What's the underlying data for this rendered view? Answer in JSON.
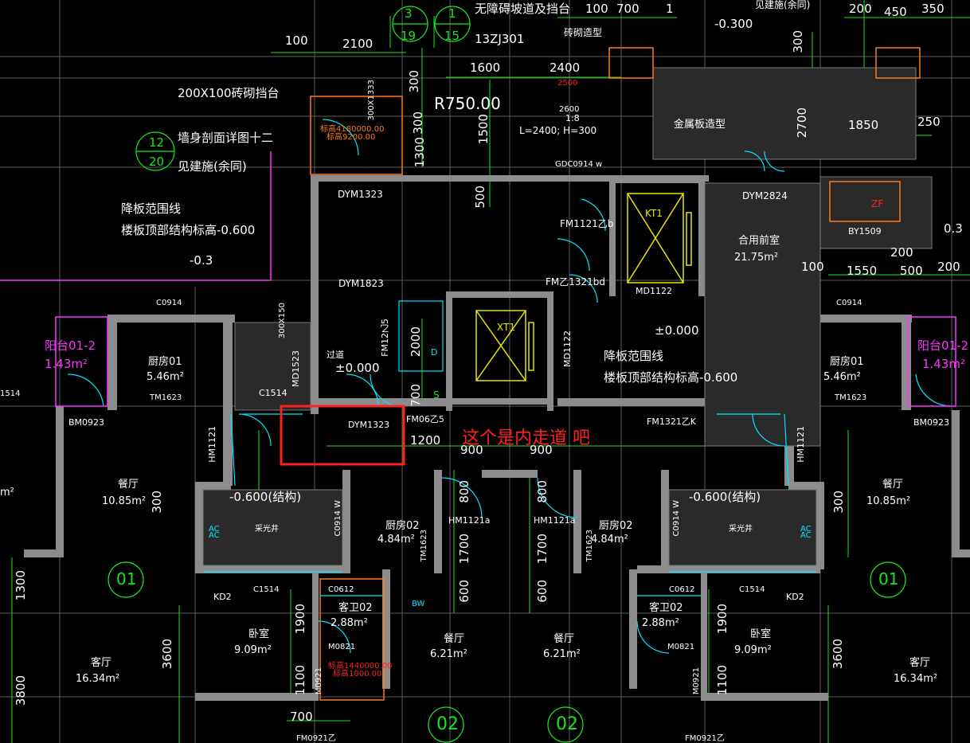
{
  "colors": {
    "background": "#000000",
    "wall": "#8c8c8c",
    "dim": "#19e619",
    "text": "#ffffff",
    "cyan": "#00e5ff",
    "yellow": "#e6e600",
    "magenta": "#ff33ff",
    "red": "#ff2020",
    "orange": "#ff7a1a",
    "grid": "#6a6a6a"
  },
  "annotation": {
    "label": "这个是内走道 吧"
  },
  "top": {
    "ref_a_top": "3",
    "ref_a_bottom": "19",
    "ref_b_top": "1",
    "ref_b_bottom": "15",
    "ramp_note": "无障碍坡道及挡台",
    "code": "13ZJ301",
    "brick_shape": "砖砌造型",
    "d100": "100",
    "d700": "700",
    "d1": "1",
    "level_top": "-0.300",
    "see_arch": "见建施(余同)",
    "d200": "200",
    "d450": "450",
    "d350": "350",
    "d2100": "2100",
    "d100b": "100",
    "d1600": "1600",
    "d2400": "2400",
    "d2500": "2500",
    "d2600": "2600",
    "slope": "1:8",
    "ramp": "L=2400; H=300",
    "radius": "R750.00",
    "d300a": "300",
    "d300b": "300",
    "d1500": "1500",
    "d1300": "1300",
    "d300c": "300",
    "d2700": "2700",
    "d1850": "1850",
    "d250": "250",
    "metal": "金属板造型",
    "gdc": "GDC0914 w",
    "d500": "500",
    "ht_a": "标高4180000.00",
    "ht_b": "标高9200.00",
    "vert_small": "300X1333",
    "vert_small2": "300X150"
  },
  "notes": {
    "brick_block": "200X100砖砌挡台",
    "wall_detail": "墙身剖面详图十二",
    "circle_top": "12",
    "circle_bottom": "20",
    "see_arch": "见建施(余同)",
    "drop_range": "降板范围线",
    "floor_level": "楼板顶部结构标高-0.600",
    "level_m03": "-0.3"
  },
  "rooms": {
    "dym1323_top": "DYM1323",
    "fm1121": "FM1121乙b",
    "kt1": "KT1",
    "dym2824": "DYM2824",
    "zf": "ZF",
    "by1509": "BY1509",
    "d03": "0.3",
    "d200r": "200",
    "d1550": "1550",
    "d500r": "500",
    "d200rr": "200",
    "d100r": "100",
    "hall_name": "合用前室",
    "hall_area": "21.75m²",
    "dym1823": "DYM1823",
    "fmz13216": "FM乙1321bd",
    "md1122a": "MD1122",
    "c0914l": "C0914",
    "c0914r": "C0914",
    "balcony_l": "阳台01-2",
    "balcony_l_area": "1.43m²",
    "balcony_r": "阳台01-2",
    "balcony_r_area": "1.43m²",
    "kitchen_l": "厨房01",
    "kitchen_l_area": "5.46m²",
    "tm1623l": "TM1623",
    "kitchen_r": "厨房01",
    "kitchen_r_area": "5.46m²",
    "tm1623r": "TM1623",
    "c1514a": "C1514",
    "md1523": "MD1523",
    "corridor": "过道",
    "level0": "±0.000",
    "fm12": "FM12乙5",
    "d2000": "2000",
    "d700": "700",
    "xt1": "XT1",
    "md1122b": "MD1122",
    "level0r": "±0.000",
    "drop_range2": "降板范围线",
    "floor_level2": "楼板顶部结构标高-0.600",
    "c1514l": "1514",
    "bm0923l": "BM0923",
    "bm0923r": "BM0923",
    "dym1323_box": "DYM1323",
    "fm06": "FM06乙5",
    "fm1321": "FM1321乙K",
    "d1200": "1200",
    "d900a": "900",
    "d900b": "900",
    "hm1121l": "HM1121",
    "hm1121r": "HM1121",
    "dining_l": "餐厅",
    "dining_l_area": "10.85m²",
    "dining_r": "餐厅",
    "dining_r_area": "10.85m²",
    "m2_left": "m²",
    "d300l": "300",
    "d300r": "300",
    "lvl06l": "-0.600(结构)",
    "lvl06r": "-0.600(结构)",
    "lightwell_l": "采光井",
    "lightwell_r": "采光井",
    "kitchen02l": "厨房02",
    "kitchen02l_area": "4.84m²",
    "kitchen02r": "厨房02",
    "kitchen02r_area": "4.84m²",
    "hm1121a_l": "HM1121a",
    "hm1121a_r": "HM1121a",
    "d800l": "800",
    "d800r": "800",
    "d1700l": "1700",
    "d1700r": "1700",
    "d600l": "600",
    "d600r": "600",
    "tm1623a": "TM1623",
    "tm1623b": "TM1623",
    "c0914wl": "C0914 W",
    "c0914wr": "C0914 W",
    "axis01l": "01",
    "axis01r": "01",
    "axis02l": "02",
    "axis02r": "02",
    "kd2l": "KD2",
    "kd2r": "KD2",
    "c1514bl": "C1514",
    "c1514br": "C1514",
    "d1300l": "1300",
    "c0612l": "C0612",
    "c0612r": "C0612",
    "guest_l": "客卫02",
    "guest_l_area": "2.88m²",
    "guest_r": "客卫02",
    "guest_r_area": "2.88m²",
    "m0821l": "M0821",
    "m0821r": "M0821",
    "m0921l": "M0921",
    "m0921r": "M0921",
    "bed_l": "卧室",
    "bed_l_area": "9.09m²",
    "bed_r": "卧室",
    "bed_r_area": "9.09m²",
    "d1900l": "1900",
    "d1900r": "1900",
    "d1100l": "1100",
    "d1100r": "1100",
    "d3600l": "3600",
    "d3600r": "3600",
    "d3800l": "3800",
    "living_l": "客厅",
    "living_l_area": "16.34m²",
    "living_r": "客厅",
    "living_r_area": "16.34m²",
    "dine_c1": "餐厅",
    "dine_c1_area": "6.21m²",
    "dine_c2": "餐厅",
    "dine_c2_area": "6.21m²",
    "d700b": "700",
    "fm0921": "FM0921乙",
    "fm0921r": "FM0921乙",
    "ht_c": "标高1440000.00",
    "ht_d": "标高1000.00",
    "ac": "AC",
    "ac2": "AC",
    "ac3": "AC",
    "ac4": "AC",
    "d": "D",
    "s": "S",
    "bw": "BW"
  }
}
